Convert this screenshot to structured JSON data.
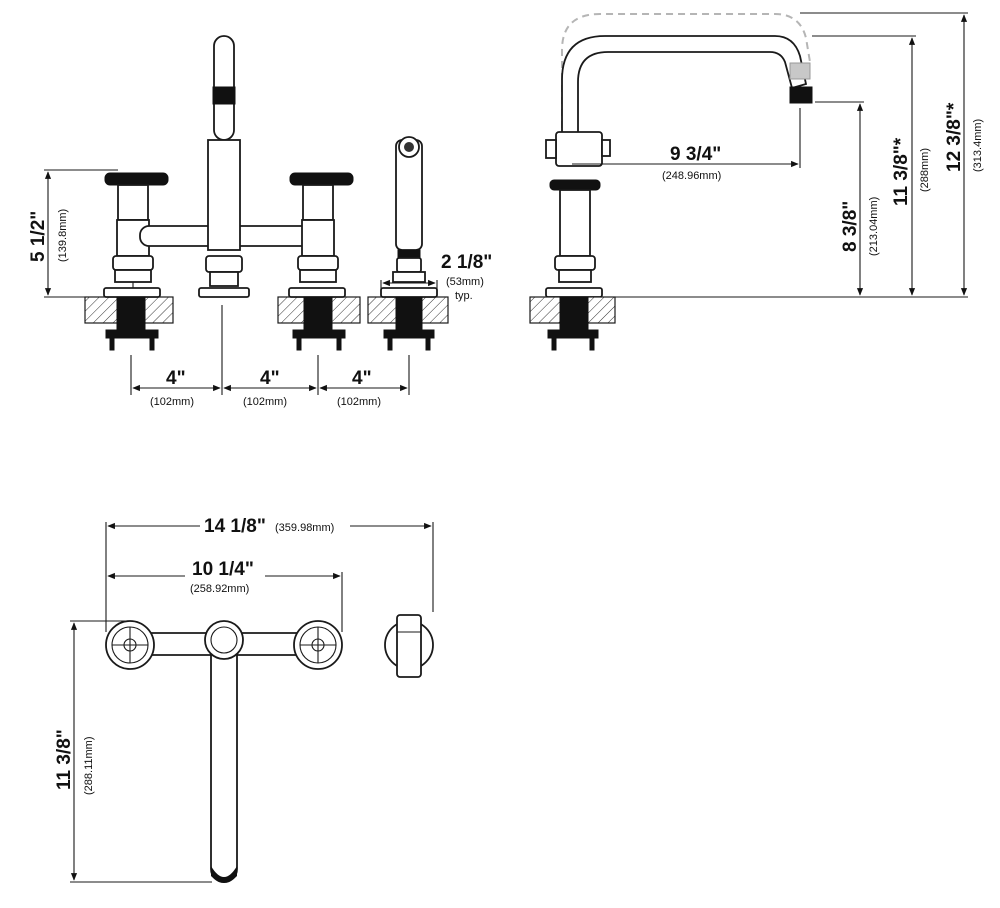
{
  "front_view": {
    "height_handle": {
      "inch": "5 1/2\"",
      "mm": "(139.8mm)"
    },
    "spacing_1": {
      "inch": "4\"",
      "mm": "(102mm)"
    },
    "spacing_2": {
      "inch": "4\"",
      "mm": "(102mm)"
    },
    "spacing_3": {
      "inch": "4\"",
      "mm": "(102mm)"
    },
    "sprayer_base": {
      "inch": "2 1/8\"",
      "mm": "(53mm)",
      "note": "typ."
    }
  },
  "side_view": {
    "reach": {
      "inch": "9 3/4\"",
      "mm": "(248.96mm)"
    },
    "spout_height": {
      "inch": "8 3/8\"",
      "mm": "(213.04mm)"
    },
    "height_low": {
      "inch": "11 3/8\"*",
      "mm": "(288mm)"
    },
    "height_high": {
      "inch": "12 3/8\"*",
      "mm": "(313.4mm)"
    }
  },
  "top_view": {
    "overall_width": {
      "inch": "14 1/8\"",
      "mm": "(359.98mm)"
    },
    "handle_width": {
      "inch": "10 1/4\"",
      "mm": "(258.92mm)"
    },
    "depth": {
      "inch": "11 3/8\"",
      "mm": "(288.11mm)"
    }
  }
}
